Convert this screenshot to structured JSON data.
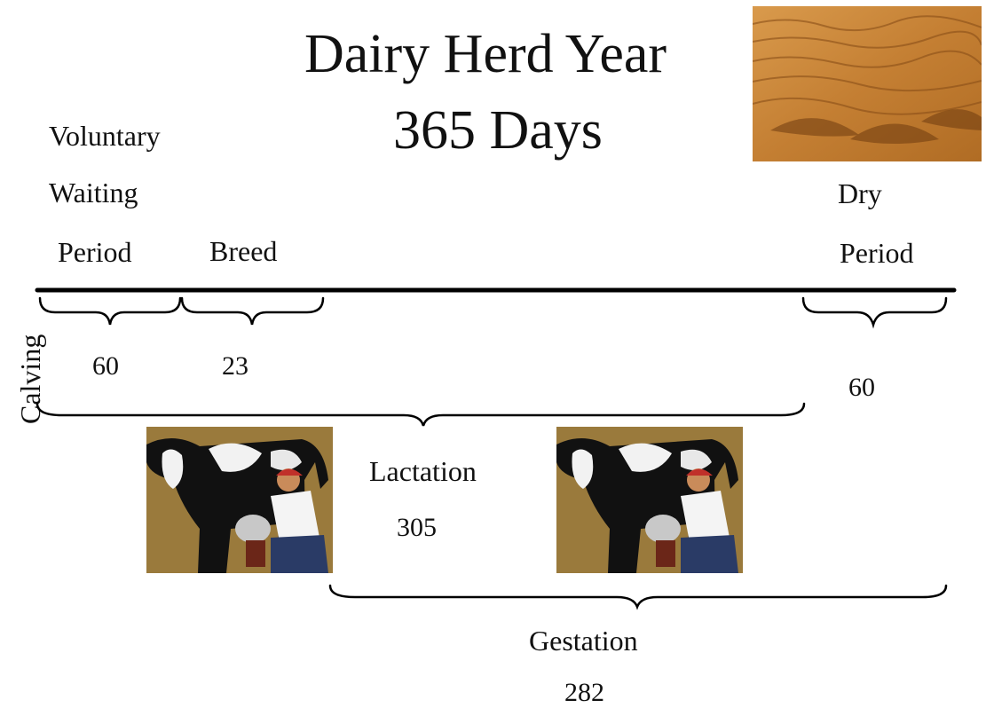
{
  "title": {
    "line1": "Dairy Herd Year",
    "line2": "365 Days"
  },
  "labels": {
    "voluntary": "Voluntary",
    "waiting": "Waiting",
    "period": "Period",
    "breed": "Breed",
    "dry": "Dry",
    "dry_period": "Period",
    "calving": "Calving",
    "lactation": "Lactation",
    "gestation": "Gestation"
  },
  "values": {
    "voluntary_waiting_days": "60",
    "breed_days": "23",
    "dry_days": "60",
    "lactation_days": "305",
    "gestation_days": "282"
  },
  "colors": {
    "line": "#000000",
    "sand": "#c98a3a",
    "cow_bg": "#9a7a3c"
  }
}
